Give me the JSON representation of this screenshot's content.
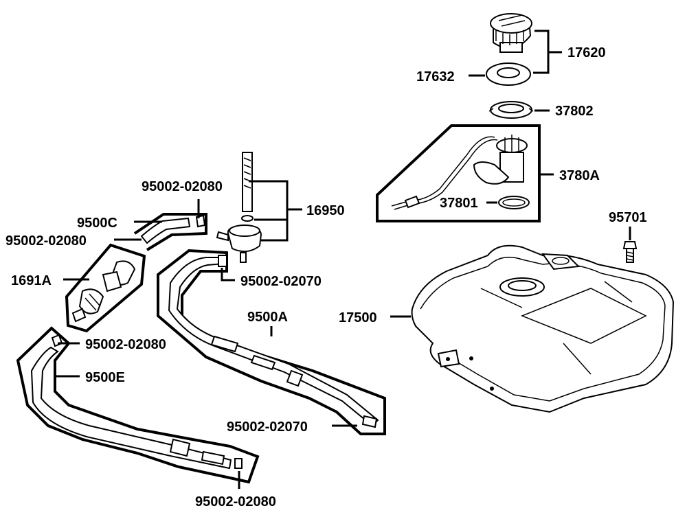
{
  "labels": {
    "p17620": "17620",
    "p17632": "17632",
    "p37802": "37802",
    "p3780A": "3780A",
    "p37801": "37801",
    "p95701": "95701",
    "p17500": "17500",
    "p16950": "16950",
    "p95002_02080_top": "95002-02080",
    "p9500C": "9500C",
    "p95002_02080_left": "95002-02080",
    "p1691A": "1691A",
    "p95002_02070_top": "95002-02070",
    "p9500A": "9500A",
    "p95002_02080_mid": "95002-02080",
    "p9500E": "9500E",
    "p95002_02070_bot": "95002-02070",
    "p95002_02080_bot": "95002-02080"
  }
}
